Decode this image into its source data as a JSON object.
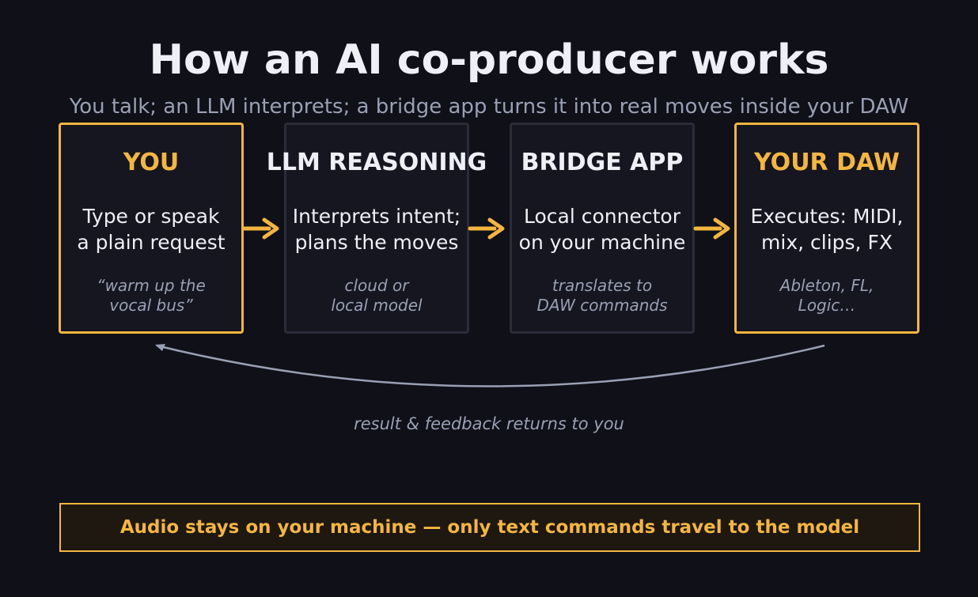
{
  "title": "How an AI co-producer works",
  "subtitle": "You talk; an LLM interprets; a bridge app turns it into real moves inside your DAW",
  "colors": {
    "accent": "#f4b63f",
    "background": "#0f1018",
    "text": "#eef0f5",
    "muted": "#9aa0b4"
  },
  "steps": [
    {
      "title": "YOU",
      "desc_lines": [
        "Type or speak",
        "a plain request"
      ],
      "note_lines": [
        "“warm up the",
        "vocal bus”"
      ],
      "highlighted": true
    },
    {
      "title": "LLM REASONING",
      "desc_lines": [
        "Interprets intent;",
        "plans the moves"
      ],
      "note_lines": [
        "cloud or",
        "local model"
      ],
      "highlighted": false
    },
    {
      "title": "BRIDGE APP",
      "desc_lines": [
        "Local connector",
        "on your machine"
      ],
      "note_lines": [
        "translates to",
        "DAW commands"
      ],
      "highlighted": false
    },
    {
      "title": "YOUR DAW",
      "desc_lines": [
        "Executes: MIDI,",
        "mix, clips, FX"
      ],
      "note_lines": [
        "Ableton, FL,",
        "Logic…"
      ],
      "highlighted": true
    }
  ],
  "feedback_label": "result & feedback returns to you",
  "banner": "Audio stays on your machine — only text commands travel to the model"
}
